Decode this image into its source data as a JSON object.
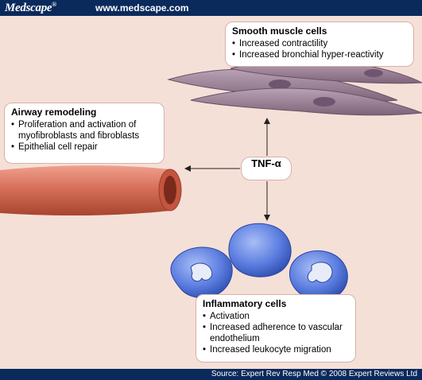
{
  "header": {
    "logo": "Medscape",
    "logo_mark": "®",
    "url": "www.medscape.com"
  },
  "footer": {
    "source": "Source: Expert Rev Resp Med © 2008 Expert Reviews Ltd"
  },
  "center": {
    "label": "TNF-α"
  },
  "smooth_muscle": {
    "title": "Smooth muscle cells",
    "items": [
      "Increased contractility",
      "Increased bronchial hyper-reactivity"
    ]
  },
  "airway": {
    "title": "Airway remodeling",
    "items": [
      "Proliferation and activation of myofibroblasts and fibroblasts",
      "Epithelial cell repair"
    ]
  },
  "inflammatory": {
    "title": "Inflammatory cells",
    "items": [
      "Activation",
      "Increased adherence to vascular endothelium",
      "Increased leukocyte migration"
    ]
  },
  "colors": {
    "background": "#f5e0d8",
    "banner": "#0a2a5c",
    "muscle": "#9a7f96",
    "airway": "#d6705a",
    "leukocyte": "#5c7ee0"
  }
}
